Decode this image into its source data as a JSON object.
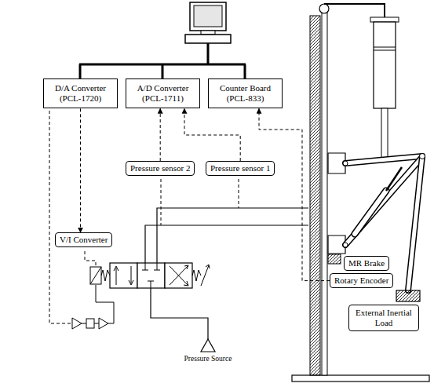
{
  "diagram": {
    "nodes": [
      {
        "text": [
          "D/A Converter (PCL-1720)"
        ]
      },
      {
        "text": [
          "A/D Converter (PCL-1711)"
        ]
      },
      {
        "text": [
          "Counter Board (PCL-833)"
        ]
      },
      {
        "text": [
          "Pressure sensor 2"
        ]
      },
      {
        "text": [
          "Pressure sensor 1"
        ]
      },
      {
        "text": [
          "V/I Converter"
        ]
      },
      {
        "text": [
          "MR Brake"
        ]
      },
      {
        "text": [
          "Rotary Encoder"
        ]
      },
      {
        "text": [
          "External Inertial Load"
        ]
      }
    ],
    "edges": [
      {
        "from": 3,
        "to": 1,
        "arrow": "to"
      },
      {
        "from": 4,
        "to": 1,
        "arrow": "to"
      },
      {
        "from": 0,
        "to": 5,
        "arrow": "to"
      },
      {
        "from": 7,
        "to": 2,
        "arrow": "to"
      }
    ],
    "labels": [
      "Pressure Source"
    ]
  }
}
